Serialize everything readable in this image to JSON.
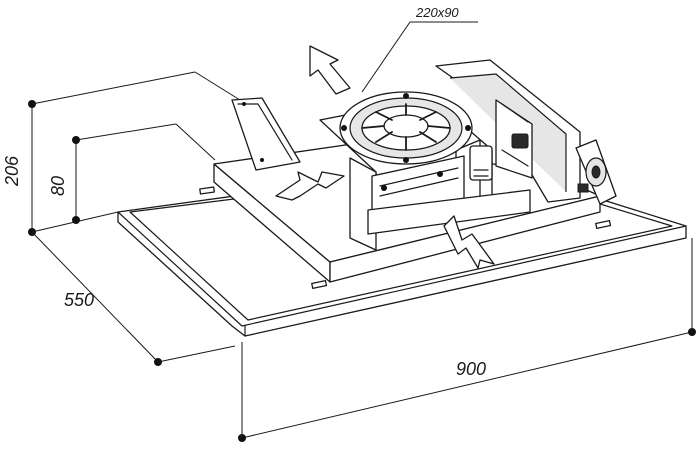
{
  "dimensions": {
    "height_total": "206",
    "height_body": "80",
    "depth": "550",
    "width": "900",
    "duct": "220x90"
  },
  "colors": {
    "line": "#1a1a1a",
    "fill_light": "#e6e6e6",
    "fill_dark": "#2a2a2a",
    "background": "#ffffff"
  },
  "icons": {
    "airflow_out": "arrow-outline-icon",
    "airflow_in": "zigzag-arrow-icon"
  }
}
